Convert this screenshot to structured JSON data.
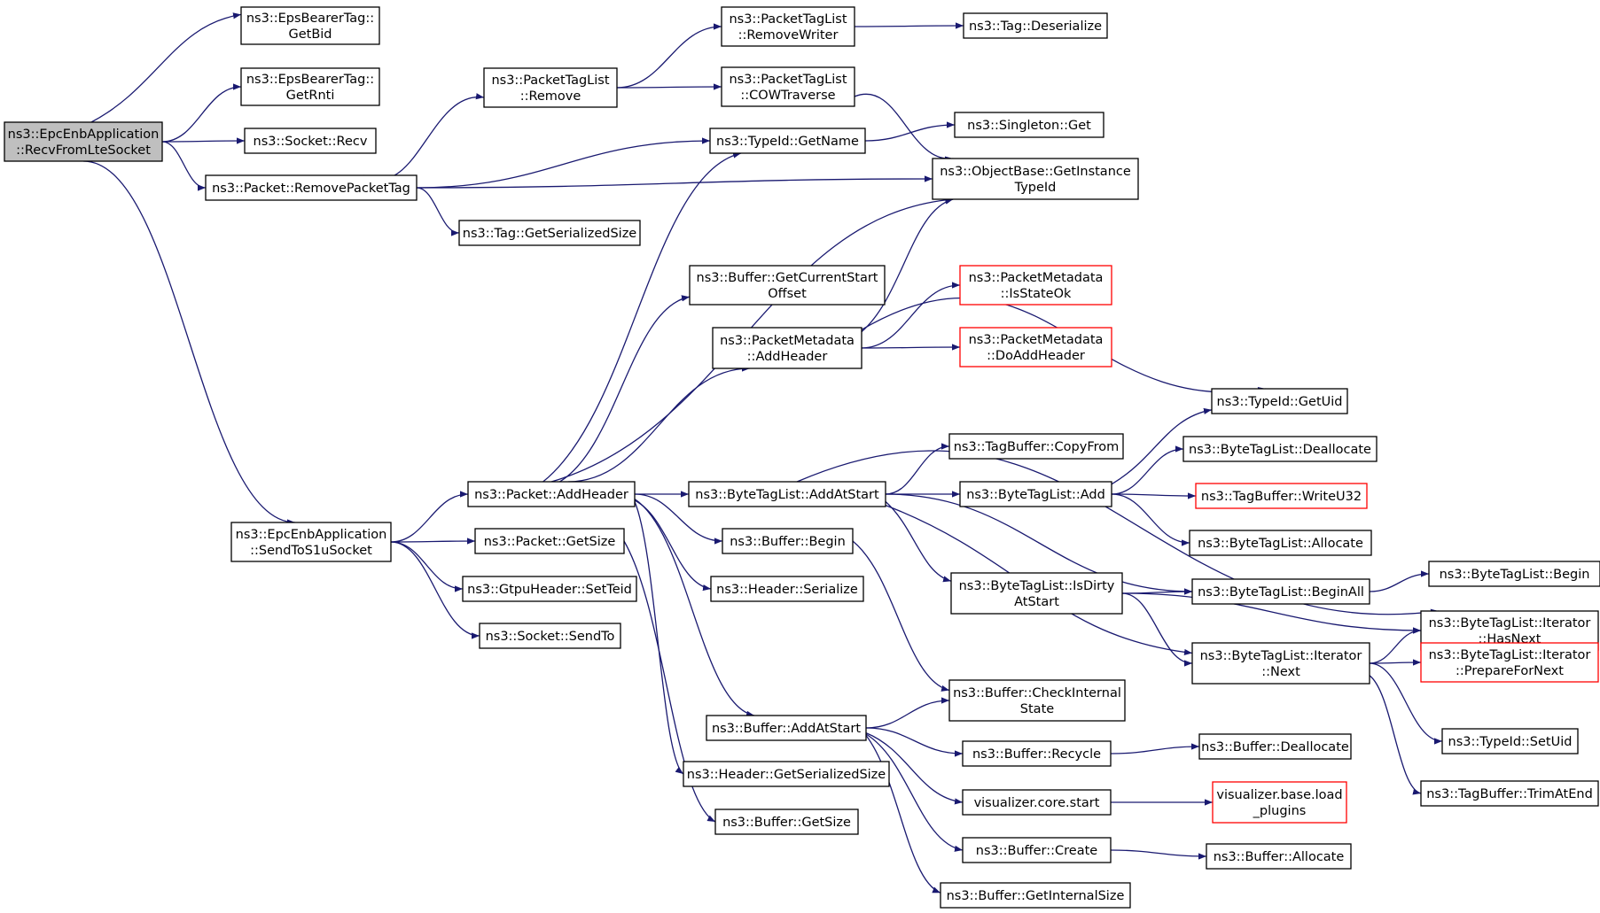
{
  "colors": {
    "edge": "#191970",
    "node_border": "#000000",
    "truncated_border": "#ff0000",
    "root_fill": "#bfbfbf"
  },
  "nodes": [
    {
      "id": "root",
      "lines": [
        "ns3::EpcEnbApplication",
        "::RecvFromLteSocket"
      ],
      "style": "root"
    },
    {
      "id": "getbid",
      "lines": [
        "ns3::EpsBearerTag::",
        "GetBid"
      ]
    },
    {
      "id": "getrnti",
      "lines": [
        "ns3::EpsBearerTag::",
        "GetRnti"
      ]
    },
    {
      "id": "socketrecv",
      "lines": [
        "ns3::Socket::Recv"
      ]
    },
    {
      "id": "removepackettag",
      "lines": [
        "ns3::Packet::RemovePacketTag"
      ]
    },
    {
      "id": "sendtos1u",
      "lines": [
        "ns3::EpcEnbApplication",
        "::SendToS1uSocket"
      ]
    },
    {
      "id": "ptlremove",
      "lines": [
        "ns3::PacketTagList",
        "::Remove"
      ]
    },
    {
      "id": "tag_getserializedsize",
      "lines": [
        "ns3::Tag::GetSerializedSize"
      ]
    },
    {
      "id": "ptlremovewriter",
      "lines": [
        "ns3::PacketTagList",
        "::RemoveWriter"
      ]
    },
    {
      "id": "ptlcowtraverse",
      "lines": [
        "ns3::PacketTagList",
        "::COWTraverse"
      ]
    },
    {
      "id": "typeid_getname",
      "lines": [
        "ns3::TypeId::GetName"
      ]
    },
    {
      "id": "tag_deserialize",
      "lines": [
        "ns3::Tag::Deserialize"
      ]
    },
    {
      "id": "singleton_get",
      "lines": [
        "ns3::Singleton::Get"
      ]
    },
    {
      "id": "objectbase_getinstancetypeid",
      "lines": [
        "ns3::ObjectBase::GetInstance",
        "TypeId"
      ]
    },
    {
      "id": "buffer_getcurrentstartoffset",
      "lines": [
        "ns3::Buffer::GetCurrentStart",
        "Offset"
      ]
    },
    {
      "id": "pm_addheader",
      "lines": [
        "ns3::PacketMetadata",
        "::AddHeader"
      ]
    },
    {
      "id": "pm_isstateok",
      "lines": [
        "ns3::PacketMetadata",
        "::IsStateOk"
      ],
      "style": "truncated"
    },
    {
      "id": "pm_doaddheader",
      "lines": [
        "ns3::PacketMetadata",
        "::DoAddHeader"
      ],
      "style": "truncated"
    },
    {
      "id": "typeid_getuid",
      "lines": [
        "ns3::TypeId::GetUid"
      ]
    },
    {
      "id": "packet_addheader",
      "lines": [
        "ns3::Packet::AddHeader"
      ]
    },
    {
      "id": "btl_addatstart",
      "lines": [
        "ns3::ByteTagList::AddAtStart"
      ]
    },
    {
      "id": "tagbuffer_copyfrom",
      "lines": [
        "ns3::TagBuffer::CopyFrom"
      ]
    },
    {
      "id": "btl_deallocate",
      "lines": [
        "ns3::ByteTagList::Deallocate"
      ]
    },
    {
      "id": "btl_add",
      "lines": [
        "ns3::ByteTagList::Add"
      ]
    },
    {
      "id": "tagbuffer_writeu32",
      "lines": [
        "ns3::TagBuffer::WriteU32"
      ],
      "style": "truncated"
    },
    {
      "id": "btl_allocate",
      "lines": [
        "ns3::ByteTagList::Allocate"
      ]
    },
    {
      "id": "packet_getsize",
      "lines": [
        "ns3::Packet::GetSize"
      ]
    },
    {
      "id": "buffer_begin",
      "lines": [
        "ns3::Buffer::Begin"
      ]
    },
    {
      "id": "gtpu_setteid",
      "lines": [
        "ns3::GtpuHeader::SetTeid"
      ]
    },
    {
      "id": "header_serialize",
      "lines": [
        "ns3::Header::Serialize"
      ]
    },
    {
      "id": "socket_sendto",
      "lines": [
        "ns3::Socket::SendTo"
      ]
    },
    {
      "id": "btl_isdirtyatstart",
      "lines": [
        "ns3::ByteTagList::IsDirty",
        "AtStart"
      ]
    },
    {
      "id": "btl_beginall",
      "lines": [
        "ns3::ByteTagList::BeginAll"
      ]
    },
    {
      "id": "btl_begin",
      "lines": [
        "ns3::ByteTagList::Begin"
      ]
    },
    {
      "id": "btl_iterator_hasnext",
      "lines": [
        "ns3::ByteTagList::Iterator",
        "::HasNext"
      ]
    },
    {
      "id": "btl_iterator_next",
      "lines": [
        "ns3::ByteTagList::Iterator",
        "::Next"
      ]
    },
    {
      "id": "btl_iterator_preparefornext",
      "lines": [
        "ns3::ByteTagList::Iterator",
        "::PrepareForNext"
      ],
      "style": "truncated"
    },
    {
      "id": "buffer_checkinternalstate",
      "lines": [
        "ns3::Buffer::CheckInternal",
        "State"
      ]
    },
    {
      "id": "buffer_addatstart",
      "lines": [
        "ns3::Buffer::AddAtStart"
      ]
    },
    {
      "id": "typeid_setuid",
      "lines": [
        "ns3::TypeId::SetUid"
      ]
    },
    {
      "id": "buffer_recycle",
      "lines": [
        "ns3::Buffer::Recycle"
      ]
    },
    {
      "id": "buffer_deallocate",
      "lines": [
        "ns3::Buffer::Deallocate"
      ]
    },
    {
      "id": "header_getserializedsize",
      "lines": [
        "ns3::Header::GetSerializedSize"
      ]
    },
    {
      "id": "tagbuffer_trimatend",
      "lines": [
        "ns3::TagBuffer::TrimAtEnd"
      ]
    },
    {
      "id": "visualizer_core_start",
      "lines": [
        "visualizer.core.start"
      ]
    },
    {
      "id": "visualizer_base_load_plugins",
      "lines": [
        "visualizer.base.load",
        "_plugins"
      ],
      "style": "truncated"
    },
    {
      "id": "buffer_getsize",
      "lines": [
        "ns3::Buffer::GetSize"
      ]
    },
    {
      "id": "buffer_create",
      "lines": [
        "ns3::Buffer::Create"
      ]
    },
    {
      "id": "buffer_allocate",
      "lines": [
        "ns3::Buffer::Allocate"
      ]
    },
    {
      "id": "buffer_getinternalsize",
      "lines": [
        "ns3::Buffer::GetInternalSize"
      ]
    }
  ],
  "edges": [
    [
      "root",
      "getbid"
    ],
    [
      "root",
      "getrnti"
    ],
    [
      "root",
      "socketrecv"
    ],
    [
      "root",
      "removepackettag"
    ],
    [
      "root",
      "sendtos1u"
    ],
    [
      "removepackettag",
      "ptlremove"
    ],
    [
      "removepackettag",
      "typeid_getname"
    ],
    [
      "removepackettag",
      "objectbase_getinstancetypeid"
    ],
    [
      "removepackettag",
      "tag_getserializedsize"
    ],
    [
      "ptlremove",
      "ptlremovewriter"
    ],
    [
      "ptlremove",
      "ptlcowtraverse"
    ],
    [
      "ptlremovewriter",
      "tag_deserialize"
    ],
    [
      "ptlcowtraverse",
      "objectbase_getinstancetypeid"
    ],
    [
      "typeid_getname",
      "singleton_get"
    ],
    [
      "sendtos1u",
      "packet_addheader"
    ],
    [
      "sendtos1u",
      "packet_getsize"
    ],
    [
      "sendtos1u",
      "gtpu_setteid"
    ],
    [
      "sendtos1u",
      "socket_sendto"
    ],
    [
      "packet_addheader",
      "typeid_getname"
    ],
    [
      "packet_addheader",
      "objectbase_getinstancetypeid"
    ],
    [
      "packet_addheader",
      "buffer_getcurrentstartoffset"
    ],
    [
      "packet_addheader",
      "pm_addheader"
    ],
    [
      "packet_addheader",
      "btl_addatstart"
    ],
    [
      "packet_addheader",
      "buffer_begin"
    ],
    [
      "packet_addheader",
      "header_serialize"
    ],
    [
      "packet_addheader",
      "buffer_addatstart"
    ],
    [
      "packet_addheader",
      "header_getserializedsize"
    ],
    [
      "pm_addheader",
      "pm_isstateok"
    ],
    [
      "pm_addheader",
      "pm_doaddheader"
    ],
    [
      "pm_addheader",
      "objectbase_getinstancetypeid"
    ],
    [
      "pm_addheader",
      "typeid_getuid"
    ],
    [
      "btl_addatstart",
      "btl_iterator_hasnext"
    ],
    [
      "btl_addatstart",
      "tagbuffer_copyfrom"
    ],
    [
      "btl_addatstart",
      "btl_add"
    ],
    [
      "btl_addatstart",
      "btl_isdirtyatstart"
    ],
    [
      "btl_addatstart",
      "btl_beginall"
    ],
    [
      "btl_addatstart",
      "btl_iterator_next"
    ],
    [
      "btl_add",
      "typeid_getuid"
    ],
    [
      "btl_add",
      "btl_deallocate"
    ],
    [
      "btl_add",
      "tagbuffer_writeu32"
    ],
    [
      "btl_add",
      "btl_allocate"
    ],
    [
      "btl_isdirtyatstart",
      "btl_beginall"
    ],
    [
      "btl_isdirtyatstart",
      "btl_iterator_hasnext"
    ],
    [
      "btl_isdirtyatstart",
      "btl_iterator_next"
    ],
    [
      "btl_beginall",
      "btl_begin"
    ],
    [
      "btl_iterator_next",
      "btl_iterator_hasnext"
    ],
    [
      "btl_iterator_next",
      "btl_iterator_preparefornext"
    ],
    [
      "btl_iterator_next",
      "typeid_setuid"
    ],
    [
      "btl_iterator_next",
      "tagbuffer_trimatend"
    ],
    [
      "packet_getsize",
      "buffer_getsize"
    ],
    [
      "buffer_begin",
      "buffer_checkinternalstate"
    ],
    [
      "buffer_addatstart",
      "buffer_checkinternalstate"
    ],
    [
      "buffer_addatstart",
      "buffer_recycle"
    ],
    [
      "buffer_addatstart",
      "visualizer_core_start"
    ],
    [
      "buffer_addatstart",
      "buffer_create"
    ],
    [
      "buffer_addatstart",
      "buffer_getinternalsize"
    ],
    [
      "buffer_recycle",
      "buffer_deallocate"
    ],
    [
      "visualizer_core_start",
      "visualizer_base_load_plugins"
    ],
    [
      "buffer_create",
      "buffer_allocate"
    ]
  ]
}
